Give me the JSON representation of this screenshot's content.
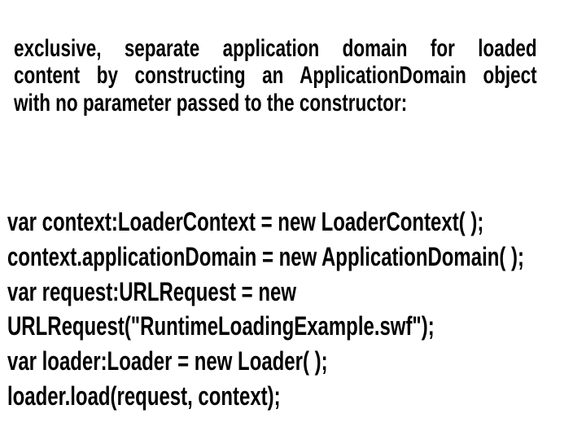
{
  "page": {
    "background_color": "#ffffff",
    "text_color": "#000000"
  },
  "paragraph": {
    "lines": [
      "exclusive, separate application domain for loaded",
      "content by constructing an ApplicationDomain object",
      "with no parameter passed to the constructor:"
    ]
  },
  "code": {
    "lines": [
      "var context:LoaderContext = new LoaderContext( );",
      "context.applicationDomain = new ApplicationDomain( );",
      "var request:URLRequest = new",
      "URLRequest(\"RuntimeLoadingExample.swf\");",
      "var loader:Loader = new Loader( );",
      "loader.load(request, context);"
    ]
  }
}
